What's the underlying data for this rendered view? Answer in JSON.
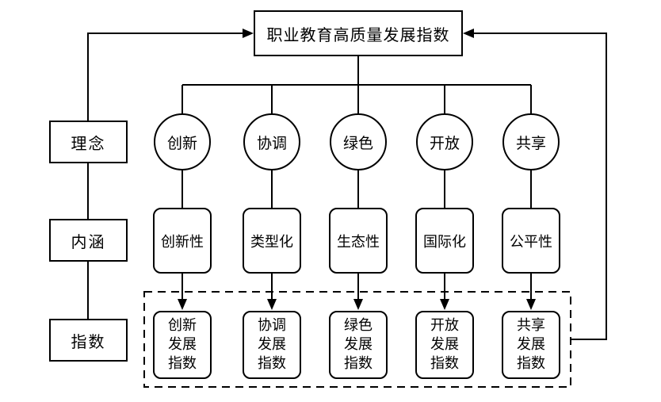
{
  "title": {
    "label": "职业教育高质量发展指数"
  },
  "left_column": {
    "items": [
      {
        "label": "理念"
      },
      {
        "label": "内涵"
      },
      {
        "label": "指数"
      }
    ]
  },
  "concepts": {
    "items": [
      {
        "label": "创新"
      },
      {
        "label": "协调"
      },
      {
        "label": "绿色"
      },
      {
        "label": "开放"
      },
      {
        "label": "共享"
      }
    ]
  },
  "connotations": {
    "items": [
      {
        "label": "创新性"
      },
      {
        "label": "类型化"
      },
      {
        "label": "生态性"
      },
      {
        "label": "国际化"
      },
      {
        "label": "公平性"
      }
    ]
  },
  "indices": {
    "items": [
      {
        "lines": [
          "创新",
          "发展",
          "指数"
        ]
      },
      {
        "lines": [
          "协调",
          "发展",
          "指数"
        ]
      },
      {
        "lines": [
          "绿色",
          "发展",
          "指数"
        ]
      },
      {
        "lines": [
          "开放",
          "发展",
          "指数"
        ]
      },
      {
        "lines": [
          "共享",
          "发展",
          "指数"
        ]
      }
    ]
  },
  "colors": {
    "line": "#000000",
    "background": "#ffffff"
  }
}
